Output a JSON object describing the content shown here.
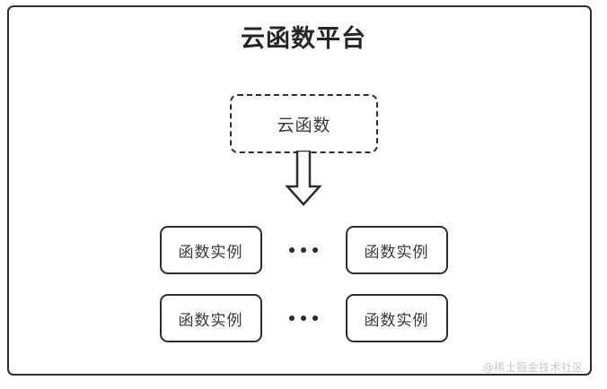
{
  "diagram": {
    "title": "云函数平台",
    "cloud_function": {
      "label": "云函数",
      "border_style": "dashed"
    },
    "arrow": {
      "icon_name": "down-block-arrow",
      "direction": "down"
    },
    "instance_rows": [
      {
        "left_label": "函数实例",
        "ellipsis_label": "•••",
        "right_label": "函数实例"
      },
      {
        "left_label": "函数实例",
        "ellipsis_label": "•••",
        "right_label": "函数实例"
      }
    ],
    "watermark": "@稀土掘金技术社区",
    "colors": {
      "stroke": "#2f2f2f",
      "text": "#3a3a3a",
      "title": "#262626",
      "background": "#ffffff",
      "watermark": "#c9c9c9"
    }
  }
}
